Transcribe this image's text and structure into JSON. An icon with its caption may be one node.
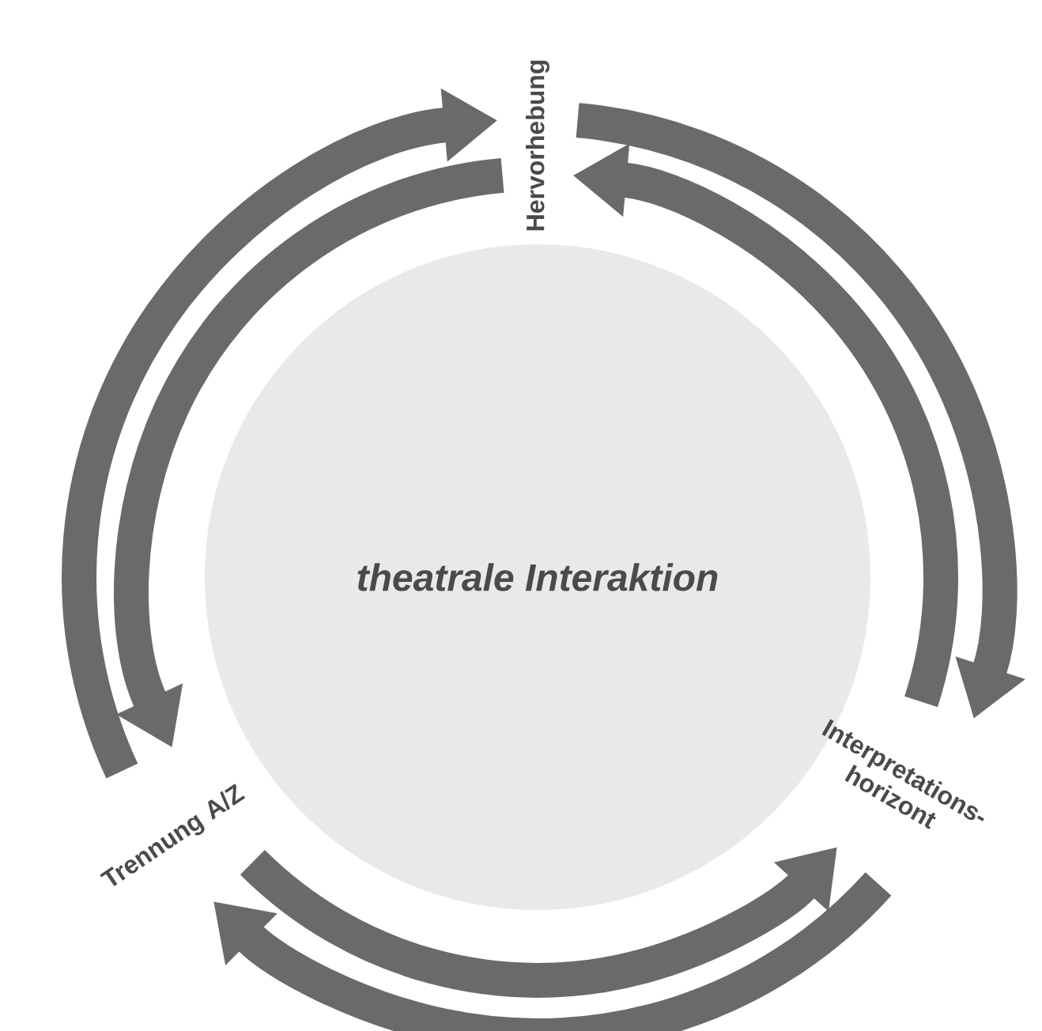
{
  "diagram": {
    "nodes": [
      {
        "text": [
          "Hervorhebung"
        ]
      },
      {
        "text": [
          "theatrale Interaktion"
        ]
      },
      {
        "text": [
          "Interpretations- horizont"
        ]
      },
      {
        "text": [
          "Trennung A/Z"
        ]
      }
    ],
    "edges": [
      {
        "from": 3,
        "to": 0,
        "arrow": "to"
      },
      {
        "from": 0,
        "to": 3,
        "arrow": "to"
      },
      {
        "from": 0,
        "to": 2,
        "arrow": "to"
      },
      {
        "from": 2,
        "to": 0,
        "arrow": "to"
      },
      {
        "from": 3,
        "to": 2,
        "arrow": "to"
      },
      {
        "from": 2,
        "to": 3,
        "arrow": "to"
      }
    ]
  }
}
